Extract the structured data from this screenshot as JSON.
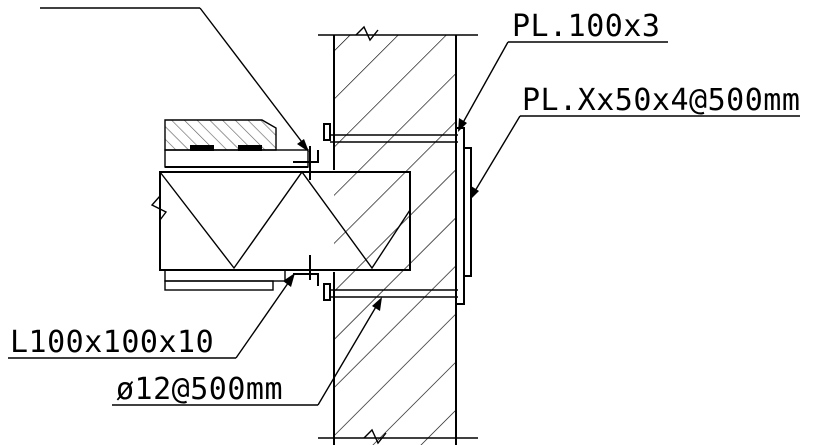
{
  "drawing": {
    "callouts": {
      "plate_top": "PL.100x3",
      "plate_side": "PL.Xx50x4@500mm",
      "angle": "L100x100x10",
      "rod": "ø12@500mm"
    }
  }
}
